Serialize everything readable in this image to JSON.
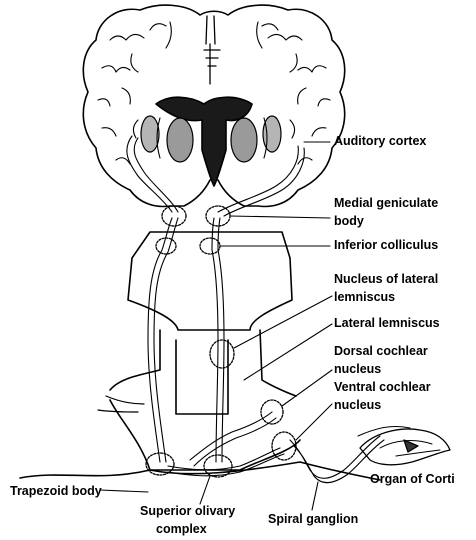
{
  "labels": {
    "auditory_cortex": "Auditory cortex",
    "medial_geniculate_line1": "Medial geniculate",
    "medial_geniculate_line2": "body",
    "inferior_colliculus": "Inferior colliculus",
    "nucleus_lateral_lemniscus_line1": "Nucleus of lateral",
    "nucleus_lateral_lemniscus_line2": "lemniscus",
    "lateral_lemniscus": "Lateral lemniscus",
    "dorsal_cochlear_line1": "Dorsal cochlear",
    "dorsal_cochlear_line2": "nucleus",
    "ventral_cochlear_line1": "Ventral cochlear",
    "ventral_cochlear_line2": "nucleus",
    "organ_of_corti": "Organ of Corti",
    "trapezoid_body": "Trapezoid body",
    "superior_olivary_line1": "Superior olivary",
    "superior_olivary_line2": "complex",
    "spiral_ganglion": "Spiral ganglion"
  },
  "colors": {
    "ink": "#000000",
    "paper": "#ffffff"
  }
}
